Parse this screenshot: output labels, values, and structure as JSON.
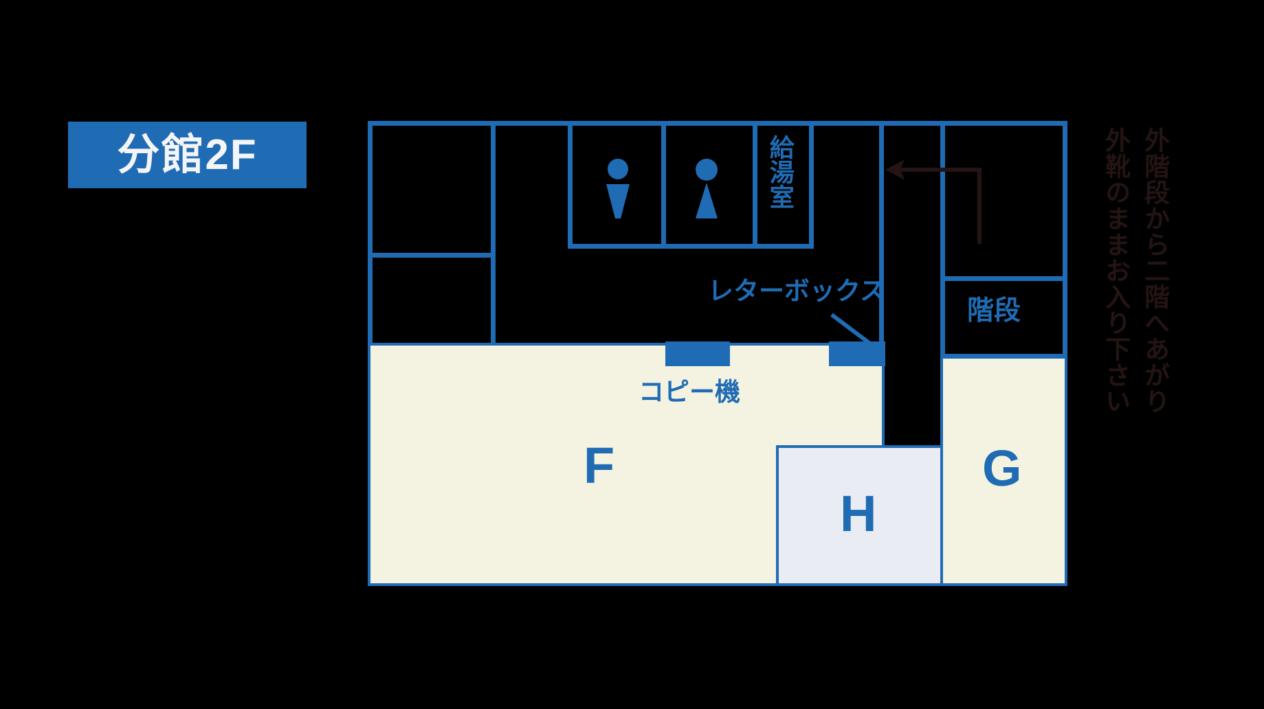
{
  "page": {
    "kind": "floor-plan-map",
    "background_color": "#000000",
    "accent_color": "#1f6cb4",
    "room_fill_cream": "#f4f2e1",
    "room_fill_grey": "#e9ecf2",
    "arrow_color": "#241414"
  },
  "title": {
    "label": "分館2F",
    "text_color": "#f5f5f7",
    "background_color": "#1f6cb4"
  },
  "rooms": [
    {
      "id": "F",
      "letter": "F",
      "fill": "#f4f2e1"
    },
    {
      "id": "G",
      "letter": "G",
      "fill": "#f4f2e1"
    },
    {
      "id": "H",
      "letter": "H",
      "fill": "#e9ecf2"
    }
  ],
  "facilities": {
    "kyutoshitsu": "給湯室",
    "kaidan": "階段",
    "letterbox": "レターボックス",
    "copier": "コピー機"
  },
  "pictograms": [
    {
      "name": "womens-restroom",
      "kind": "female",
      "color": "#1f6cb4"
    },
    {
      "name": "mens-restroom",
      "kind": "male",
      "color": "#1f6cb4"
    }
  ],
  "notice": {
    "line1": "外階段から二階へあがり",
    "line2": "外靴のままお入り下さい",
    "color": "#241414"
  }
}
